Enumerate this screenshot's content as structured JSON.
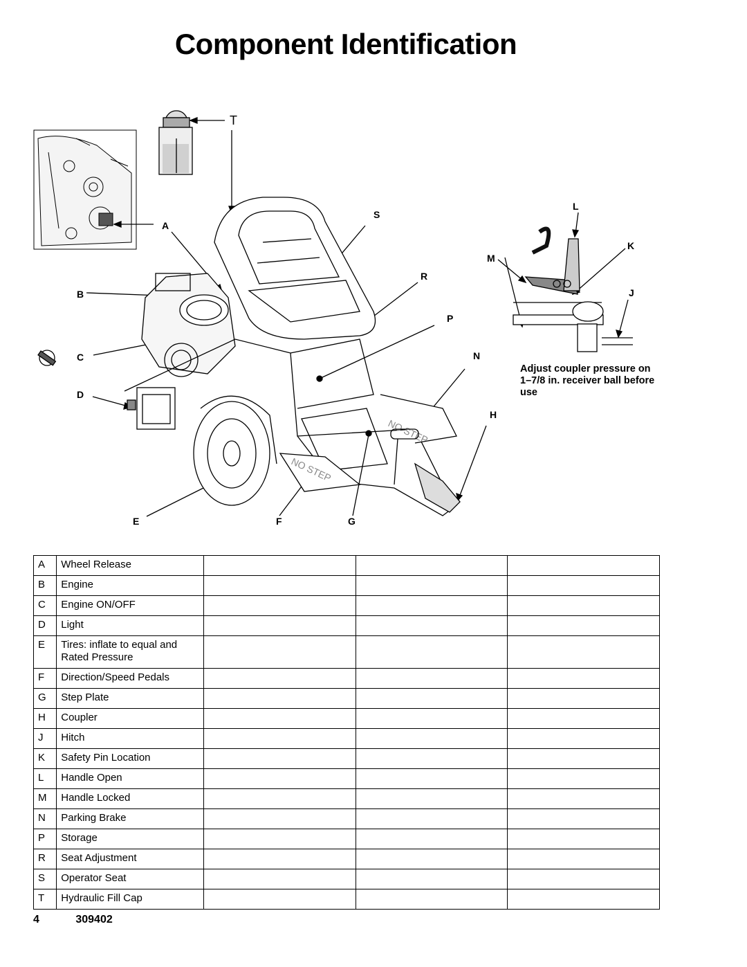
{
  "title": "Component Identification",
  "figure": {
    "callouts": {
      "T": "T",
      "A": "A",
      "B": "B",
      "C": "C",
      "D": "D",
      "E": "E",
      "F": "F",
      "G": "G",
      "S": "S",
      "R": "R",
      "P": "P",
      "N": "N",
      "H": "H",
      "L": "L",
      "K": "K",
      "M": "M",
      "J": "J"
    },
    "decal_text": "NO STEP",
    "note": "Adjust coupler pressure on 1–7/8 in. receiver ball before use"
  },
  "parts": [
    {
      "letter": "A",
      "desc": "Wheel Release"
    },
    {
      "letter": "B",
      "desc": "Engine"
    },
    {
      "letter": "C",
      "desc": "Engine ON/OFF"
    },
    {
      "letter": "D",
      "desc": "Light"
    },
    {
      "letter": "E",
      "desc": "Tires: inflate to equal and Rated Pressure"
    },
    {
      "letter": "F",
      "desc": "Direction/Speed Pedals"
    },
    {
      "letter": "G",
      "desc": "Step Plate"
    },
    {
      "letter": "H",
      "desc": "Coupler"
    },
    {
      "letter": "J",
      "desc": "Hitch"
    },
    {
      "letter": "K",
      "desc": "Safety Pin Location"
    },
    {
      "letter": "L",
      "desc": "Handle Open"
    },
    {
      "letter": "M",
      "desc": "Handle Locked"
    },
    {
      "letter": "N",
      "desc": "Parking Brake"
    },
    {
      "letter": "P",
      "desc": "Storage"
    },
    {
      "letter": "R",
      "desc": "Seat Adjustment"
    },
    {
      "letter": "S",
      "desc": "Operator Seat"
    },
    {
      "letter": "T",
      "desc": "Hydraulic Fill Cap"
    }
  ],
  "footer": {
    "page": "4",
    "doc_number": "309402"
  }
}
